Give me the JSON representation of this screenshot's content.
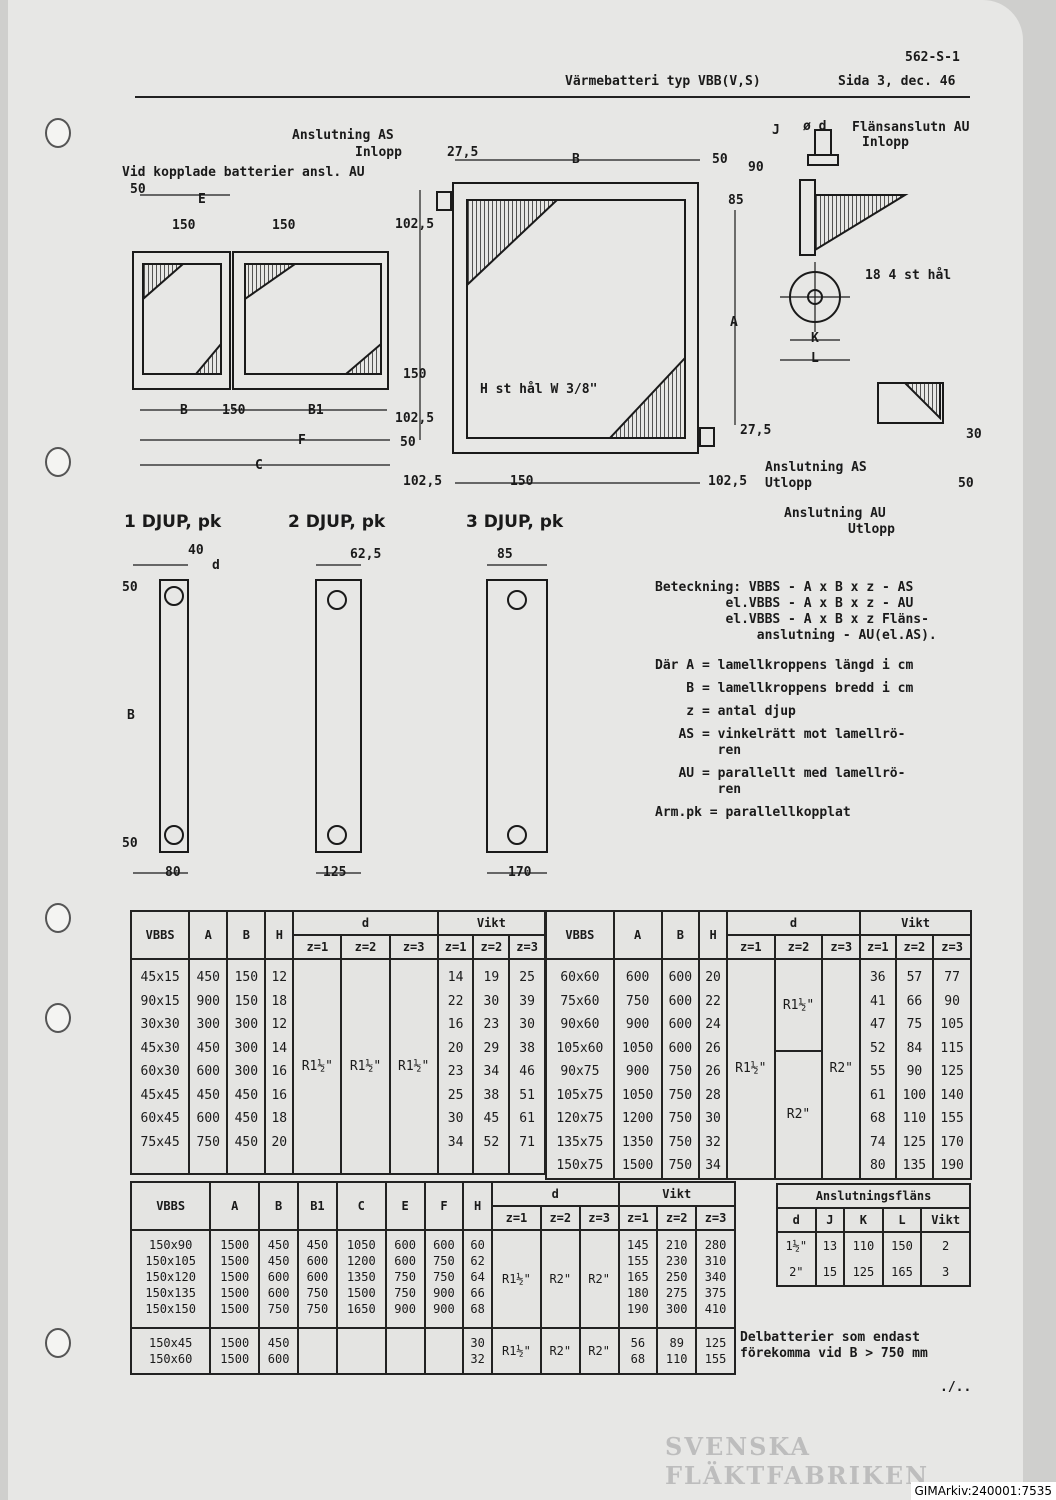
{
  "header": {
    "doc_number": "562-S-1",
    "title": "Värmebatteri typ VBB(V,S)",
    "page_info": "Sida 3, dec. 46"
  },
  "drawings": {
    "labels": [
      "Vid kopplade batterier ansl. AU",
      "50",
      "E",
      "150",
      "150",
      "B",
      "150",
      "B1",
      "F",
      "C",
      "50",
      "Anslutning AS",
      "Inlopp",
      "27,5",
      "B",
      "50",
      "85",
      "102,5",
      "A",
      "150",
      "H st hål W 3/8\"",
      "102,5",
      "27,5",
      "102,5",
      "150",
      "102,5",
      "Anslutning AS",
      "Utlopp",
      "J",
      "ø d",
      "Flänsanslutn AU",
      "Inlopp",
      "90",
      "18 4 st hål",
      "K",
      "L",
      "30",
      "50",
      "Anslutning AU",
      "Utlopp",
      "1 DJUP, pk",
      "2 DJUP, pk",
      "3 DJUP, pk",
      "40",
      "d",
      "50",
      "B",
      "50",
      "80",
      "62,5",
      "125",
      "85",
      "170"
    ]
  },
  "legend": [
    "Beteckning: VBBS - A x B x z - AS",
    "         el.VBBS - A x B x z - AU",
    "         el.VBBS - A x B x z Fläns-",
    "             anslutning - AU(el.AS).",
    "Där A = lamellkroppens längd i cm",
    "    B = lamellkroppens bredd i cm",
    "    z = antal djup",
    "   AS = vinkelrätt mot lamellrö-",
    "        ren",
    "   AU = parallellt med lamellrö-",
    "        ren",
    "Arm.pk = parallellkopplat"
  ],
  "table1": {
    "headers": {
      "vbbs": "VBBS",
      "a": "A",
      "b": "B",
      "h": "H",
      "d": "d",
      "vikt": "Vikt",
      "z1": "z=1",
      "z2": "z=2",
      "z3": "z=3"
    },
    "vbbs": "45x15\n90x15\n30x30\n45x30\n60x30\n45x45\n60x45\n75x45",
    "a": "450\n900\n300\n450\n600\n450\n600\n750",
    "b": "150\n150\n300\n300\n300\n450\n450\n450",
    "h": "12\n18\n12\n14\n16\n16\n18\n20",
    "d1": "R1½\"",
    "d2": "R1½\"",
    "d3": "R1½\"",
    "v1": "14\n22\n16\n20\n23\n25\n30\n34",
    "v2": "19\n30\n23\n29\n34\n38\n45\n52",
    "v3": "25\n39\n30\n38\n46\n51\n61\n71"
  },
  "table2": {
    "vbbs": "60x60\n75x60\n90x60\n105x60\n90x75\n105x75\n120x75\n135x75\n150x75",
    "a": "600\n750\n900\n1050\n900\n1050\n1200\n1350\n1500",
    "b": "600\n600\n600\n600\n750\n750\n750\n750\n750",
    "h": "20\n22\n24\n26\n26\n28\n30\n32\n34",
    "d1": "R1½\"",
    "d2_upper": "R1½\"",
    "d2_lower": "R2\"",
    "d3": "R2\"",
    "v1": "36\n41\n47\n52\n55\n61\n68\n74\n80",
    "v2": "57\n66\n75\n84\n90\n100\n110\n125\n135",
    "v3": "77\n90\n105\n115\n125\n140\n155\n170\n190"
  },
  "table3": {
    "headers": {
      "vbbs": "VBBS",
      "a": "A",
      "b": "B",
      "b1": "B1",
      "c": "C",
      "e": "E",
      "f": "F",
      "h": "H",
      "d": "d",
      "vikt": "Vikt",
      "z1": "z=1",
      "z2": "z=2",
      "z3": "z=3"
    },
    "main": {
      "vbbs": "150x90\n150x105\n150x120\n150x135\n150x150",
      "a": "1500\n1500\n1500\n1500\n1500",
      "b": "450\n450\n600\n600\n750",
      "b1": "450\n600\n600\n750\n750",
      "c": "1050\n1200\n1350\n1500\n1650",
      "e": "600\n600\n750\n750\n900",
      "f": "600\n750\n750\n900\n900",
      "h": "60\n62\n64\n66\n68",
      "d1": "R1½\"",
      "d2": "R2\"",
      "d3": "R2\"",
      "v1": "145\n155\n165\n180\n190",
      "v2": "210\n230\n250\n275\n300",
      "v3": "280\n310\n340\n375\n410"
    },
    "sub": {
      "vbbs": "150x45\n150x60",
      "a": "1500\n1500",
      "b": "450\n600",
      "h": "30\n32",
      "d1": "R1½\"",
      "d2": "R2\"",
      "d3": "R2\"",
      "v1": "56\n68",
      "v2": "89\n110",
      "v3": "125\n155"
    },
    "note": "Delbatterier som endast\nförekomma vid B > 750 mm"
  },
  "table4": {
    "title": "Anslutningsfläns",
    "headers": [
      "d",
      "J",
      "K",
      "L",
      "Vikt"
    ],
    "rows": [
      [
        "1½\"",
        "13",
        "110",
        "150",
        "2"
      ],
      [
        "2\"",
        "15",
        "125",
        "165",
        "3"
      ]
    ]
  },
  "footer": {
    "continued": "./..",
    "logo": "SVENSKA FLÄKTFABRIKEN",
    "archive_id": "GIMArkiv:240001:7535"
  }
}
